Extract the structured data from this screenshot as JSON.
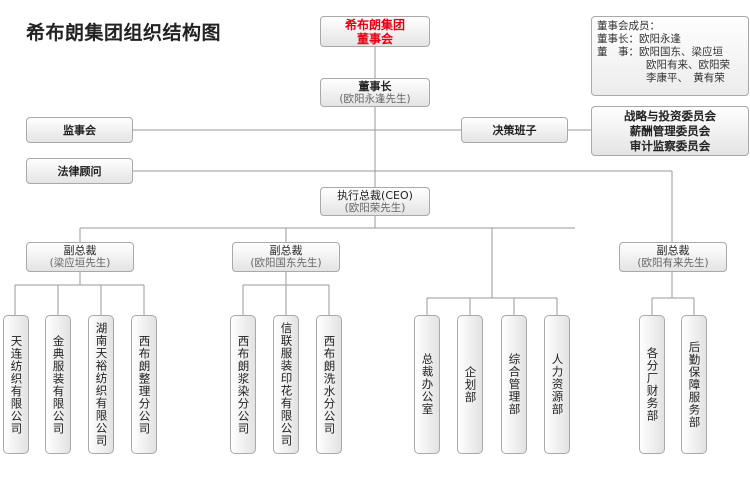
{
  "title": "希布朗集团组织结构图",
  "board": {
    "line1": "希布朗集团",
    "line2": "董事会"
  },
  "members": {
    "heading": "董事会成员：",
    "chairman_label": "董事长：",
    "chairman": "欧阳永逢",
    "directors_label": "董　事：",
    "directors_line1": "欧阳国东、梁应垣",
    "directors_line2": "欧阳有来、欧阳荣",
    "directors_line3": "李康平、　黄有荣"
  },
  "chairman": {
    "title": "董事长",
    "name": "(欧阳永逢先生)"
  },
  "supervisory": "监事会",
  "decision": "决策班子",
  "committees": [
    "战略与投资委员会",
    "薪酬管理委员会",
    "审计监察委员会"
  ],
  "legal": "法律顾问",
  "ceo": {
    "title": "执行总裁(CEO)",
    "name": "(欧阳荣先生)"
  },
  "vps": [
    {
      "title": "副总裁",
      "name": "(梁应垣先生)"
    },
    {
      "title": "副总裁",
      "name": "(欧阳国东先生)"
    },
    {
      "title": "副总裁",
      "name": "(欧阳有来先生)"
    }
  ],
  "units": [
    "天连纺织有限公司",
    "金典服装有限公司",
    "湖南天裕纺织有限公司",
    "西布朗整理分公司",
    "西布朗浆染分公司",
    "信联服装印花有限公司",
    "西布朗洗水分公司",
    "总裁办公室",
    "企划部",
    "综合管理部",
    "人力资源部",
    "各分厂财务部",
    "后勤保障服务部"
  ]
}
